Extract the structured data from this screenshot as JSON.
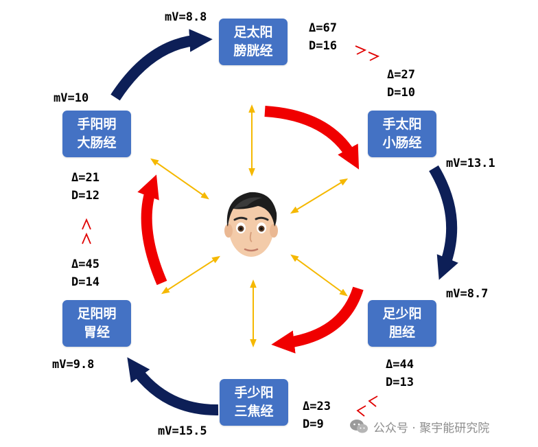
{
  "colors": {
    "node_fill": "#4472c4",
    "yin_arrow": "#0d1f57",
    "yang_arrow": "#f00000",
    "center_link": "#f5b800",
    "chevron": "#e00000",
    "watermark": "#8c8c8c"
  },
  "nodes": {
    "bladder": {
      "line1": "足太阳",
      "line2": "膀胱经"
    },
    "small_intestine": {
      "line1": "手太阳",
      "line2": "小肠经"
    },
    "gallbladder": {
      "line1": "足少阳",
      "line2": "胆经"
    },
    "triple_burner": {
      "line1": "手少阳",
      "line2": "三焦经"
    },
    "stomach": {
      "line1": "足阳明",
      "line2": "胃经"
    },
    "large_intestine": {
      "line1": "手阳明",
      "line2": "大肠经"
    }
  },
  "mv_labels": {
    "bladder": "mV=8.8",
    "small_intestine": "mV=13.1",
    "gallbladder": "mV=8.7",
    "triple_burner": "mV=15.5",
    "stomach": "mV=9.8",
    "large_intestine": "mV=10"
  },
  "delta_labels": {
    "top_a": {
      "delta": "Δ=67",
      "d": "D=16"
    },
    "top_b": {
      "delta": "Δ=27",
      "d": "D=10"
    },
    "left_a": {
      "delta": "Δ=21",
      "d": "D=12"
    },
    "left_b": {
      "delta": "Δ=45",
      "d": "D=14"
    },
    "right_a": {
      "delta": "Δ=44",
      "d": "D=13"
    },
    "right_b": {
      "delta": "Δ=23",
      "d": "D=9"
    }
  },
  "center": {
    "icon": "face-avatar-icon"
  },
  "watermark": {
    "icon": "wechat-icon",
    "text": "公众号 · 聚宇能研究院"
  }
}
